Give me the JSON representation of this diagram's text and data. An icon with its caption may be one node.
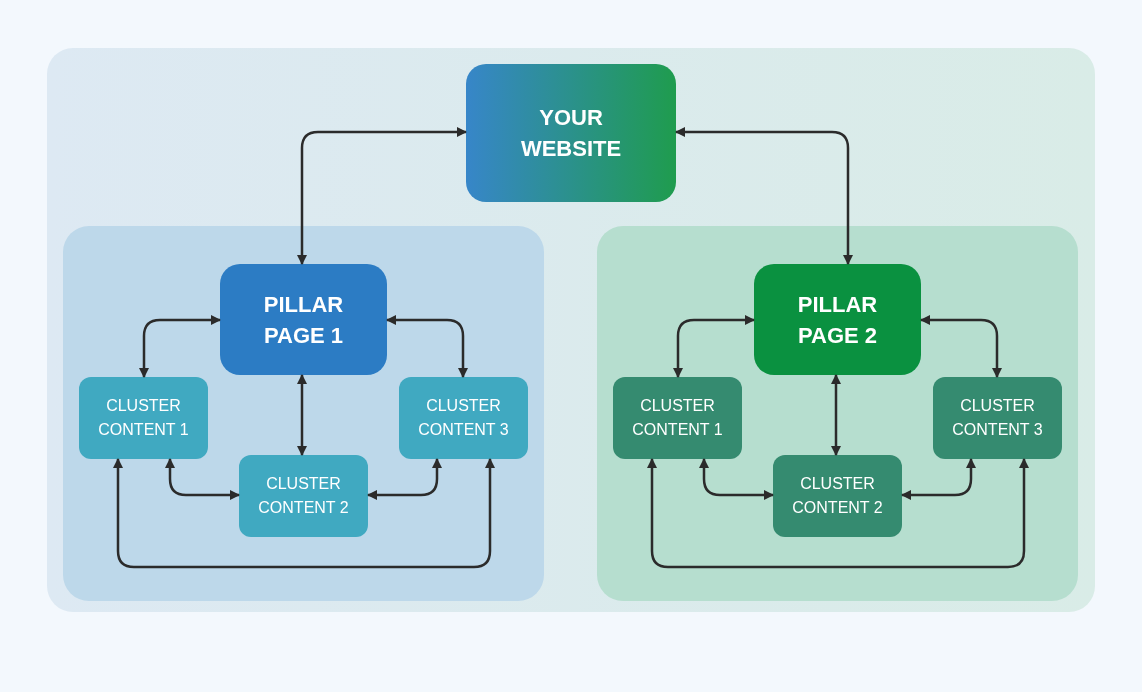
{
  "diagram": {
    "nodes": [
      {
        "text": [],
        "shape": "box"
      },
      {
        "text": [
          "YOUR WEBSITE"
        ],
        "in": 0
      },
      {
        "text": [],
        "shape": "box",
        "in": 0
      },
      {
        "text": [
          "PILLAR PAGE 1"
        ],
        "in": 2
      },
      {
        "text": [
          "CLUSTER CONTENT 1"
        ],
        "in": 2
      },
      {
        "text": [
          "CLUSTER CONTENT 2"
        ],
        "in": 2
      },
      {
        "text": [
          "CLUSTER CONTENT 3"
        ],
        "in": 2
      },
      {
        "text": [],
        "shape": "box",
        "in": 0
      },
      {
        "text": [
          "PILLAR PAGE 2"
        ],
        "in": 7
      },
      {
        "text": [
          "CLUSTER CONTENT 1"
        ],
        "in": 7
      },
      {
        "text": [
          "CLUSTER CONTENT 2"
        ],
        "in": 7
      },
      {
        "text": [
          "CLUSTER CONTENT 3"
        ],
        "in": 7
      }
    ],
    "edges": [
      {
        "from": 1,
        "to": 3,
        "arrow": "both"
      },
      {
        "from": 1,
        "to": 8,
        "arrow": "both"
      },
      {
        "from": 3,
        "to": 4,
        "arrow": "both"
      },
      {
        "from": 3,
        "to": 5,
        "arrow": "both"
      },
      {
        "from": 3,
        "to": 6,
        "arrow": "both"
      },
      {
        "from": 4,
        "to": 5,
        "arrow": "both"
      },
      {
        "from": 5,
        "to": 6,
        "arrow": "both"
      },
      {
        "from": 4,
        "to": 6,
        "arrow": "both"
      },
      {
        "from": 8,
        "to": 9,
        "arrow": "both"
      },
      {
        "from": 8,
        "to": 10,
        "arrow": "both"
      },
      {
        "from": 8,
        "to": 11,
        "arrow": "both"
      },
      {
        "from": 9,
        "to": 10,
        "arrow": "both"
      },
      {
        "from": 10,
        "to": 11,
        "arrow": "both"
      },
      {
        "from": 9,
        "to": 11,
        "arrow": "both"
      }
    ]
  }
}
